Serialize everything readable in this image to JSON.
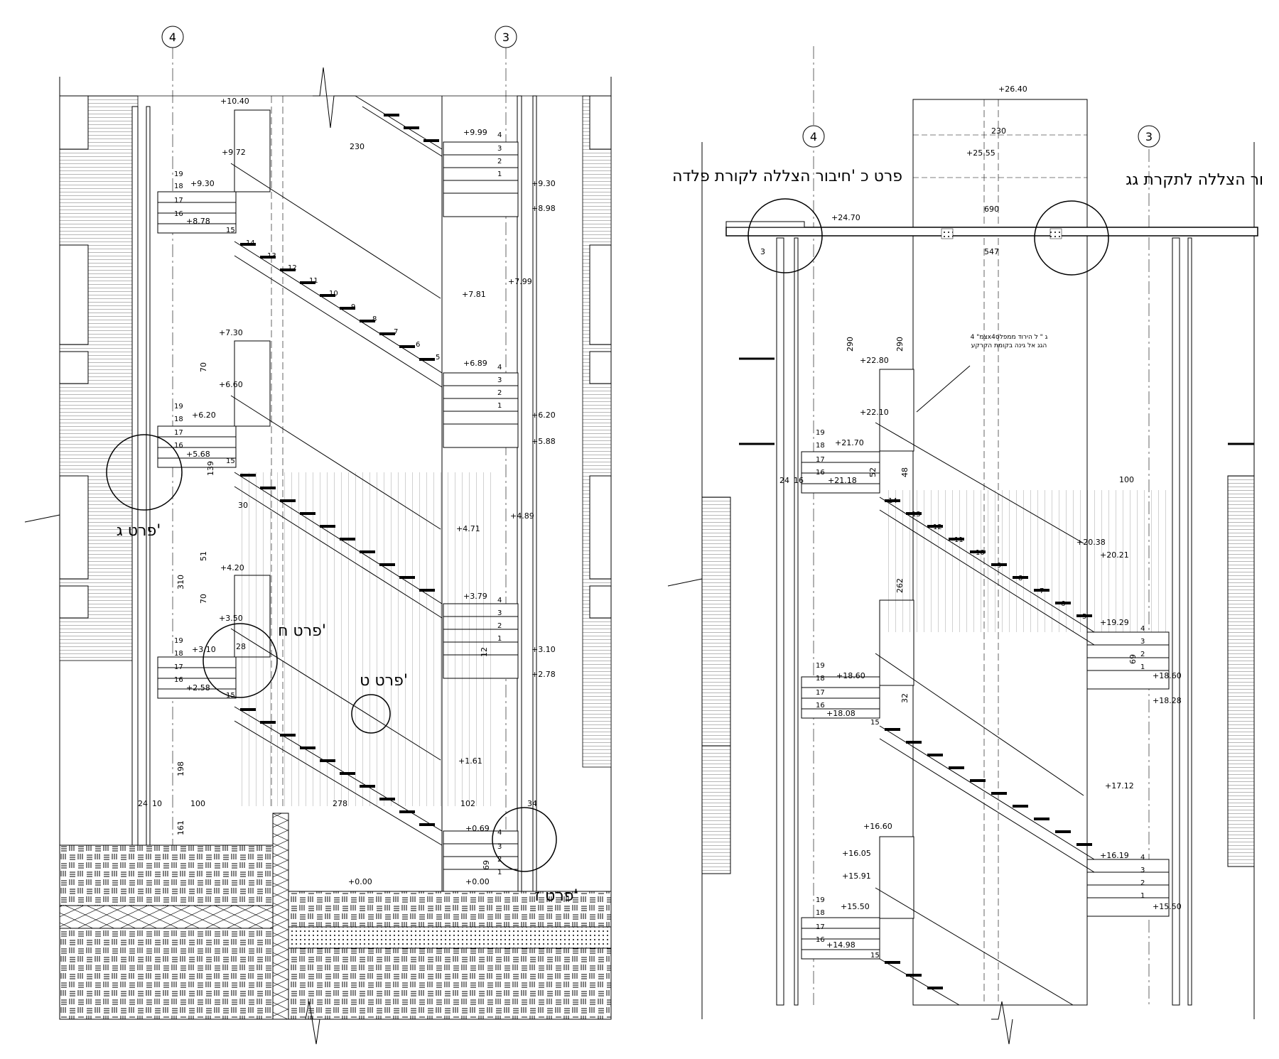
{
  "left": {
    "grid_labels": [
      "4",
      "3"
    ],
    "elevations": [
      "+10.40",
      "+9.99",
      "+9.72",
      "+9.30",
      "+9.30",
      "+8.98",
      "+8.78",
      "+7.99",
      "+7.81",
      "+7.30",
      "+6.89",
      "+6.60",
      "+6.20",
      "+6.20",
      "+5.88",
      "+5.68",
      "+4.89",
      "+4.71",
      "+4.20",
      "+3.79",
      "+3.50",
      "+3.10",
      "+3.10",
      "+2.78",
      "+2.58",
      "+1.61",
      "+0.69",
      "+0.00",
      "+0.00"
    ],
    "dimensions": [
      "230",
      "70",
      "70",
      "310",
      "51",
      "30",
      "198",
      "161",
      "100",
      "278",
      "102",
      "34",
      "24",
      "10",
      "28",
      "12",
      "69",
      "139"
    ],
    "details": [
      "פרט ג'",
      "פרט ח'",
      "פרט ט'",
      "פרט ז'"
    ]
  },
  "right": {
    "grid_labels": [
      "4",
      "3"
    ],
    "elevations": [
      "+26.40",
      "+25.55",
      "+24.70",
      "+22.80",
      "+22.10",
      "+21.70",
      "+21.18",
      "+20.38",
      "+20.21",
      "+19.29",
      "+18.60",
      "+18.60",
      "+18.28",
      "+18.08",
      "+17.12",
      "+16.60",
      "+16.19",
      "+16.05",
      "+15.91",
      "+15.50",
      "+15.50",
      "+14.98"
    ],
    "dimensions": [
      "230",
      "690",
      "547",
      "3",
      "290",
      "290",
      "262",
      "100",
      "52",
      "48",
      "32",
      "69",
      "24",
      "16"
    ],
    "titles": [
      "פרט כ 'חיבור הצללה לקורת פלדה",
      "ור הצללה לתקרת גג"
    ],
    "note_lines": [
      "צמ\" 4x4ג \" ל הירוד ממפלס",
      "הגג אל גינה בקומת הקרקע"
    ]
  },
  "stair_numbers": [
    "1",
    "2",
    "3",
    "4",
    "5",
    "6",
    "7",
    "8",
    "9",
    "10",
    "11",
    "12",
    "13",
    "14",
    "15",
    "16",
    "17",
    "18",
    "19"
  ]
}
